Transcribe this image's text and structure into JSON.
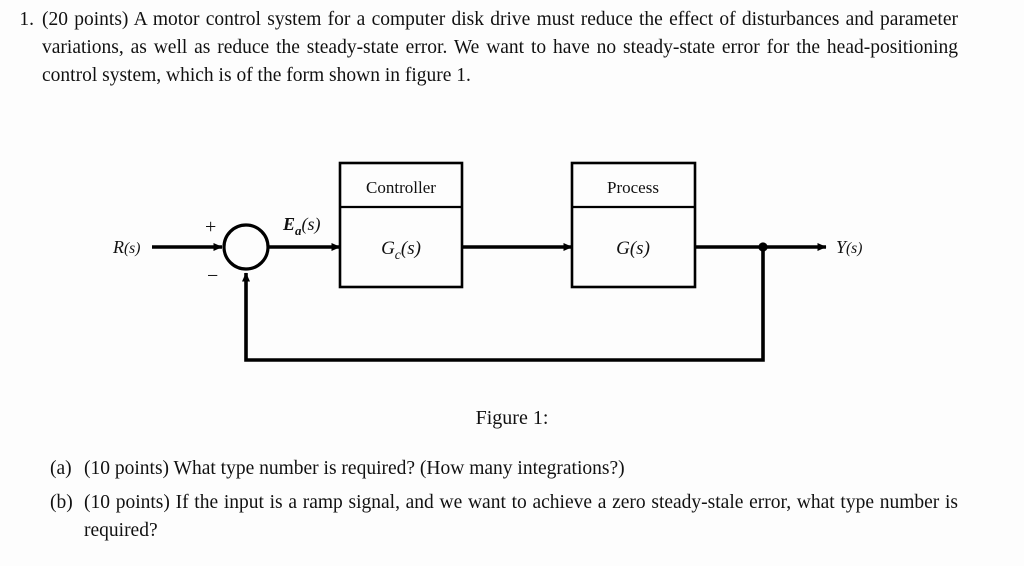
{
  "document": {
    "problem": {
      "marker": "1.",
      "text": "(20 points) A motor control system for a computer disk drive must reduce the effect of disturbances and parameter variations, as well as reduce the steady-state error. We want to have no steady-state error for the head-positioning control system, which is of the form shown in figure 1."
    },
    "figure": {
      "caption": "Figure 1:",
      "input_label": "R(s)",
      "error_label": "E_a(s)",
      "output_label": "Y(s)",
      "plus_sign": "+",
      "minus_sign": "−",
      "blocks": [
        {
          "name": "controller",
          "title": "Controller",
          "transfer_function": "G_c(s)"
        },
        {
          "name": "process",
          "title": "Process",
          "transfer_function": "G(s)"
        }
      ],
      "line_color": "#000000",
      "summing_junction": "circle"
    },
    "subparts": [
      {
        "marker": "(a)",
        "text": "(10 points) What type number is required? (How many integrations?)"
      },
      {
        "marker": "(b)",
        "text": "(10 points) If the input is a ramp signal, and we want to achieve a zero steady-stale error, what type number is required?"
      }
    ]
  }
}
